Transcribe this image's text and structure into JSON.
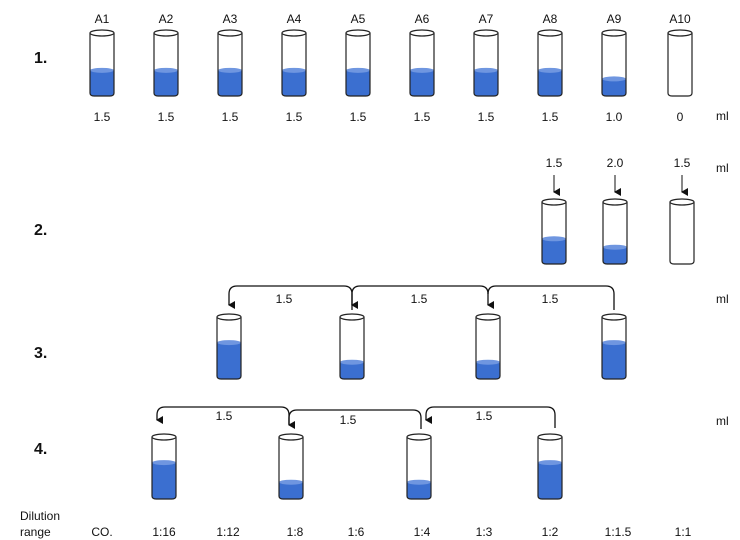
{
  "unit": "ml",
  "steps": [
    "1.",
    "2.",
    "3.",
    "4."
  ],
  "row1": {
    "labels": [
      "A1",
      "A2",
      "A3",
      "A4",
      "A5",
      "A6",
      "A7",
      "A8",
      "A9",
      "A10"
    ],
    "volumes": [
      "1.5",
      "1.5",
      "1.5",
      "1.5",
      "1.5",
      "1.5",
      "1.5",
      "1.5",
      "1.0",
      "0"
    ],
    "fill": [
      0.45,
      0.45,
      0.45,
      0.45,
      0.45,
      0.45,
      0.45,
      0.45,
      0.3,
      0
    ]
  },
  "row2": {
    "additions": [
      "1.5",
      "2.0",
      "1.5"
    ],
    "fill": [
      0.45,
      0.3,
      0
    ]
  },
  "row3": {
    "transfers": [
      "1.5",
      "1.5",
      "1.5"
    ],
    "fill": [
      0.65,
      0.3,
      0.3,
      0.65
    ]
  },
  "row4": {
    "transfers": [
      "1.5",
      "1.5",
      "1.5"
    ],
    "fill": [
      0.65,
      0.3,
      0.3,
      0.65
    ]
  },
  "footer": {
    "label_line1": "Dilution",
    "label_line2": "range",
    "values": [
      "CO.",
      "1:16",
      "1:12",
      "1:8",
      "1:6",
      "1:4",
      "1:3",
      "1:2",
      "1:1.5",
      "1:1"
    ]
  },
  "colors": {
    "liquid": "#3b6fd0",
    "tube": "#222222"
  }
}
